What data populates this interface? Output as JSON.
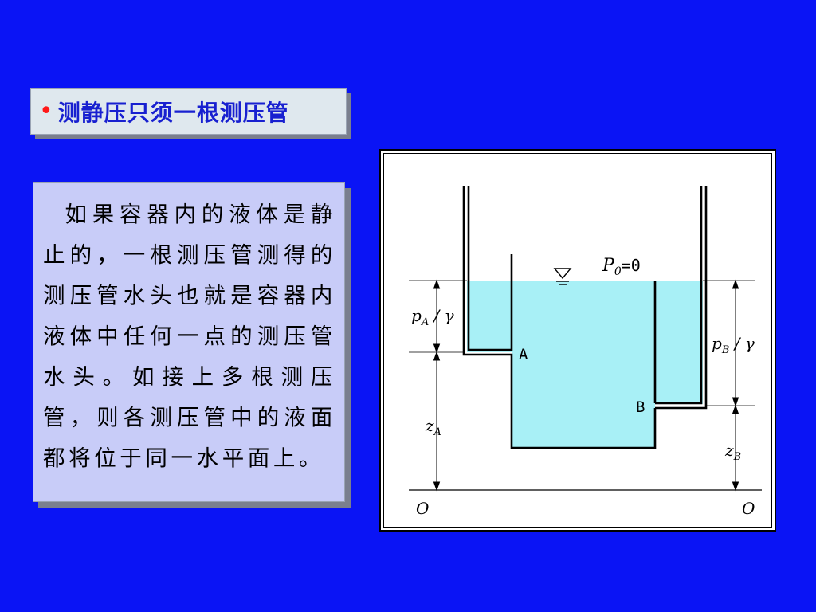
{
  "title": {
    "bullet": "•",
    "text": "测静压只须一根测压管"
  },
  "paragraph": "如果容器内的液体是静止的，一根测压管测得的测压管水头也就是容器内液体中任何一点的测压管水头。如接上多根测压管，则各测压管中的液面都将位于同一水平面上。",
  "diagram": {
    "point_a": "A",
    "point_b": "B",
    "surface_p": "P",
    "surface_sub": "0",
    "surface_eq": "=0",
    "pa_p": "p",
    "pa_sub": "A",
    "pa_gamma": " / γ",
    "pb_p": "p",
    "pb_sub": "B",
    "pb_gamma": " / γ",
    "za_z": "z",
    "za_sub": "A",
    "zb_z": "z",
    "zb_sub": "B",
    "datum_left": "O",
    "datum_right": "O"
  },
  "colors": {
    "background": "#0a14f5",
    "title_text": "#1820d0",
    "bullet": "#ff1818",
    "text_panel": "#c8ccf8",
    "water": "#a8f0f6"
  }
}
